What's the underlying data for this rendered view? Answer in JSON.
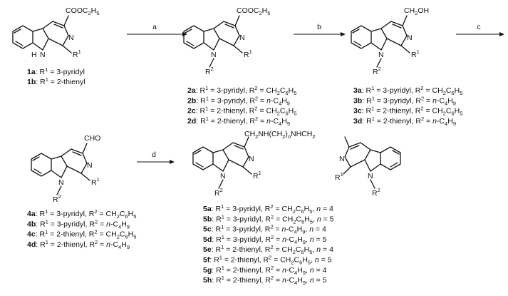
{
  "reagents": {
    "a": "a",
    "b": "b",
    "c": "c",
    "d": "d"
  },
  "atoms": {
    "N": "N",
    "NH": "N",
    "H": "H",
    "R1": "R",
    "R1_sup": "1",
    "R2": "R",
    "R2_sup": "2"
  },
  "substituents": {
    "ester": "COOC",
    "ester_sub": "2",
    "ester_end": "H",
    "ester_sub2": "5",
    "alcohol": "CH",
    "alcohol_sub": "2",
    "alcohol_end": "OH",
    "aldehyde": "CHO",
    "linker_a": "CH",
    "linker_a_sub": "2",
    "linker_b": "NH(CH",
    "linker_b_sub": "2",
    "linker_c": ")",
    "linker_n": "n",
    "linker_d": "NHCH",
    "linker_d_sub": "2"
  },
  "compounds": {
    "g1": [
      {
        "id": "1a",
        "text": ": R1 = 3-pyridyl"
      },
      {
        "id": "1b",
        "text": ": R1 = 2-thienyl"
      }
    ],
    "g2": [
      {
        "id": "2a",
        "text": ": R1 = 3-pyridyl, R2 = CH2C6H5"
      },
      {
        "id": "2b",
        "text": ": R1 = 3-pyridyl, R2 = n-C4H9"
      },
      {
        "id": "2c",
        "text": ": R1 = 2-thienyl, R2 = CH2C6H5"
      },
      {
        "id": "2d",
        "text": ": R1 = 2-thienyl, R2 = n-C4H9"
      }
    ],
    "g3": [
      {
        "id": "3a",
        "text": ": R1 = 3-pyridyl, R2 = CH2C6H5"
      },
      {
        "id": "3b",
        "text": ": R1 = 3-pyridyl, R2 = n-C4H9"
      },
      {
        "id": "3c",
        "text": ": R1 = 2-thienyl, R2 = CH2C6H5"
      },
      {
        "id": "3d",
        "text": ": R1 = 2-thienyl, R2 = n-C4H9"
      }
    ],
    "g4": [
      {
        "id": "4a",
        "text": ": R1 = 3-pyridyl, R2 = CH2C6H5"
      },
      {
        "id": "4b",
        "text": ": R1 = 3-pyridyl, R2 = n-C4H9"
      },
      {
        "id": "4c",
        "text": ": R1 = 2-thienyl, R2 = CH2C6H5"
      },
      {
        "id": "4d",
        "text": ": R1 = 2-thienyl, R2 = n-C4H9"
      }
    ],
    "g5": [
      {
        "id": "5a",
        "text": ": R1 = 3-pyridyl, R2 = CH2C6H5, n = 4"
      },
      {
        "id": "5b",
        "text": ": R1 = 3-pyridyl, R2 = CH2C6H5, n = 5"
      },
      {
        "id": "5c",
        "text": ": R1 = 3-pyridyl, R2 = n-C4H9, n = 4"
      },
      {
        "id": "5d",
        "text": ": R1 = 3-pyridyl, R2 = n-C4H9, n = 5"
      },
      {
        "id": "5e",
        "text": ": R1 = 2-thienyl, R2 = CH2C6H5, n = 4"
      },
      {
        "id": "5f",
        "text": ": R1 = 2-thienyl, R2 = CH2C6H5, n = 5"
      },
      {
        "id": "5g",
        "text": ": R1 = 2-thienyl, R2 = n-C4H9, n = 4"
      },
      {
        "id": "5h",
        "text": ": R1 = 2-thienyl, R2 = n-C4H9, n = 5"
      }
    ]
  }
}
